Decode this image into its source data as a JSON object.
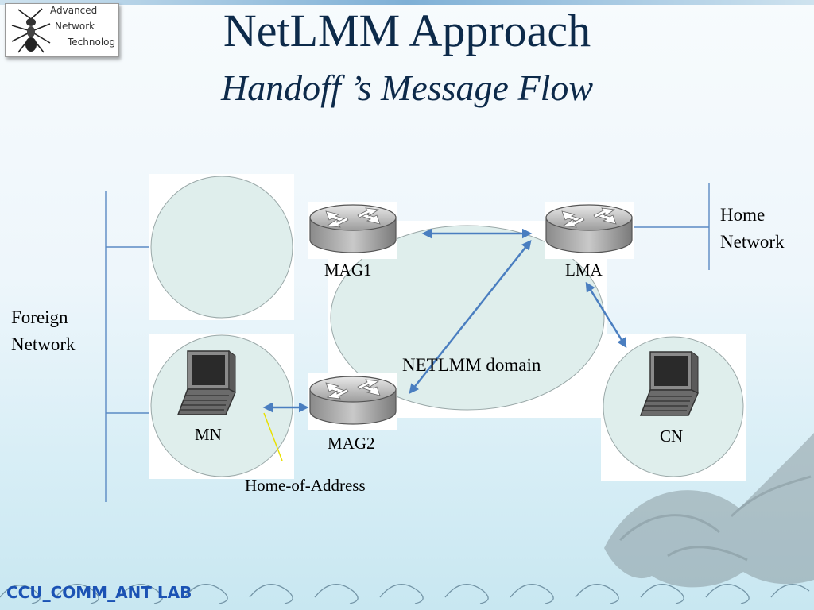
{
  "logo": {
    "line1": "Advanced",
    "line2": "Network",
    "line3": "Technolog"
  },
  "title": {
    "main": "NetLMM Approach",
    "sub": "Handoff ’s Message Flow"
  },
  "diagram": {
    "foreign_network": {
      "line1": "Foreign",
      "line2": "Network"
    },
    "home_network": {
      "line1": "Home",
      "line2": "Network"
    },
    "domain_label": "NETLMM domain",
    "nodes": {
      "mag1": "MAG1",
      "lma": "LMA",
      "mag2": "MAG2",
      "mn": "MN",
      "cn": "CN"
    },
    "annotation": "Home-of-Address",
    "colors": {
      "arrow": "#4a7ec0",
      "circle_fill": "#dfeeec",
      "line": "#5b8ac4",
      "annotation_line": "#e8e000"
    }
  },
  "footer": "CCU_COMM_ANT LAB"
}
